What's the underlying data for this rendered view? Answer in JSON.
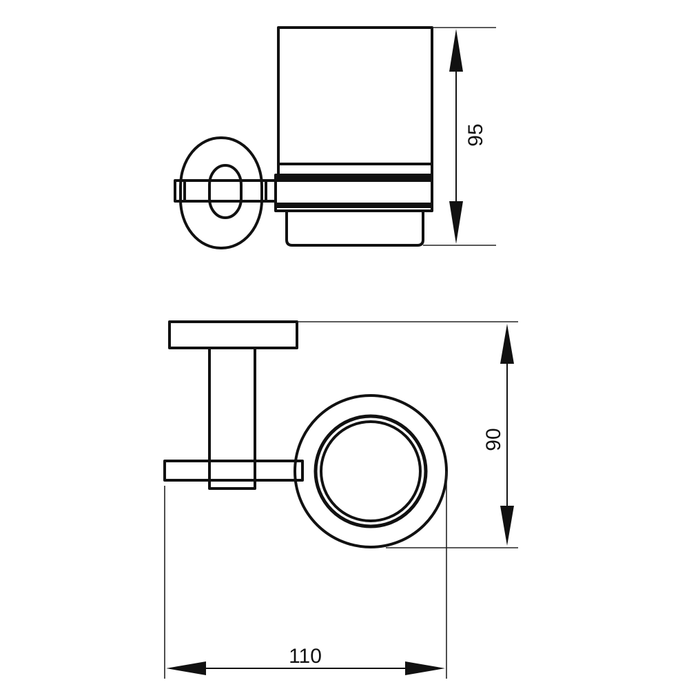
{
  "dimensions": {
    "height": "95",
    "depth": "90",
    "width": "110"
  },
  "colors": {
    "line": "#111111",
    "background": "#ffffff"
  }
}
